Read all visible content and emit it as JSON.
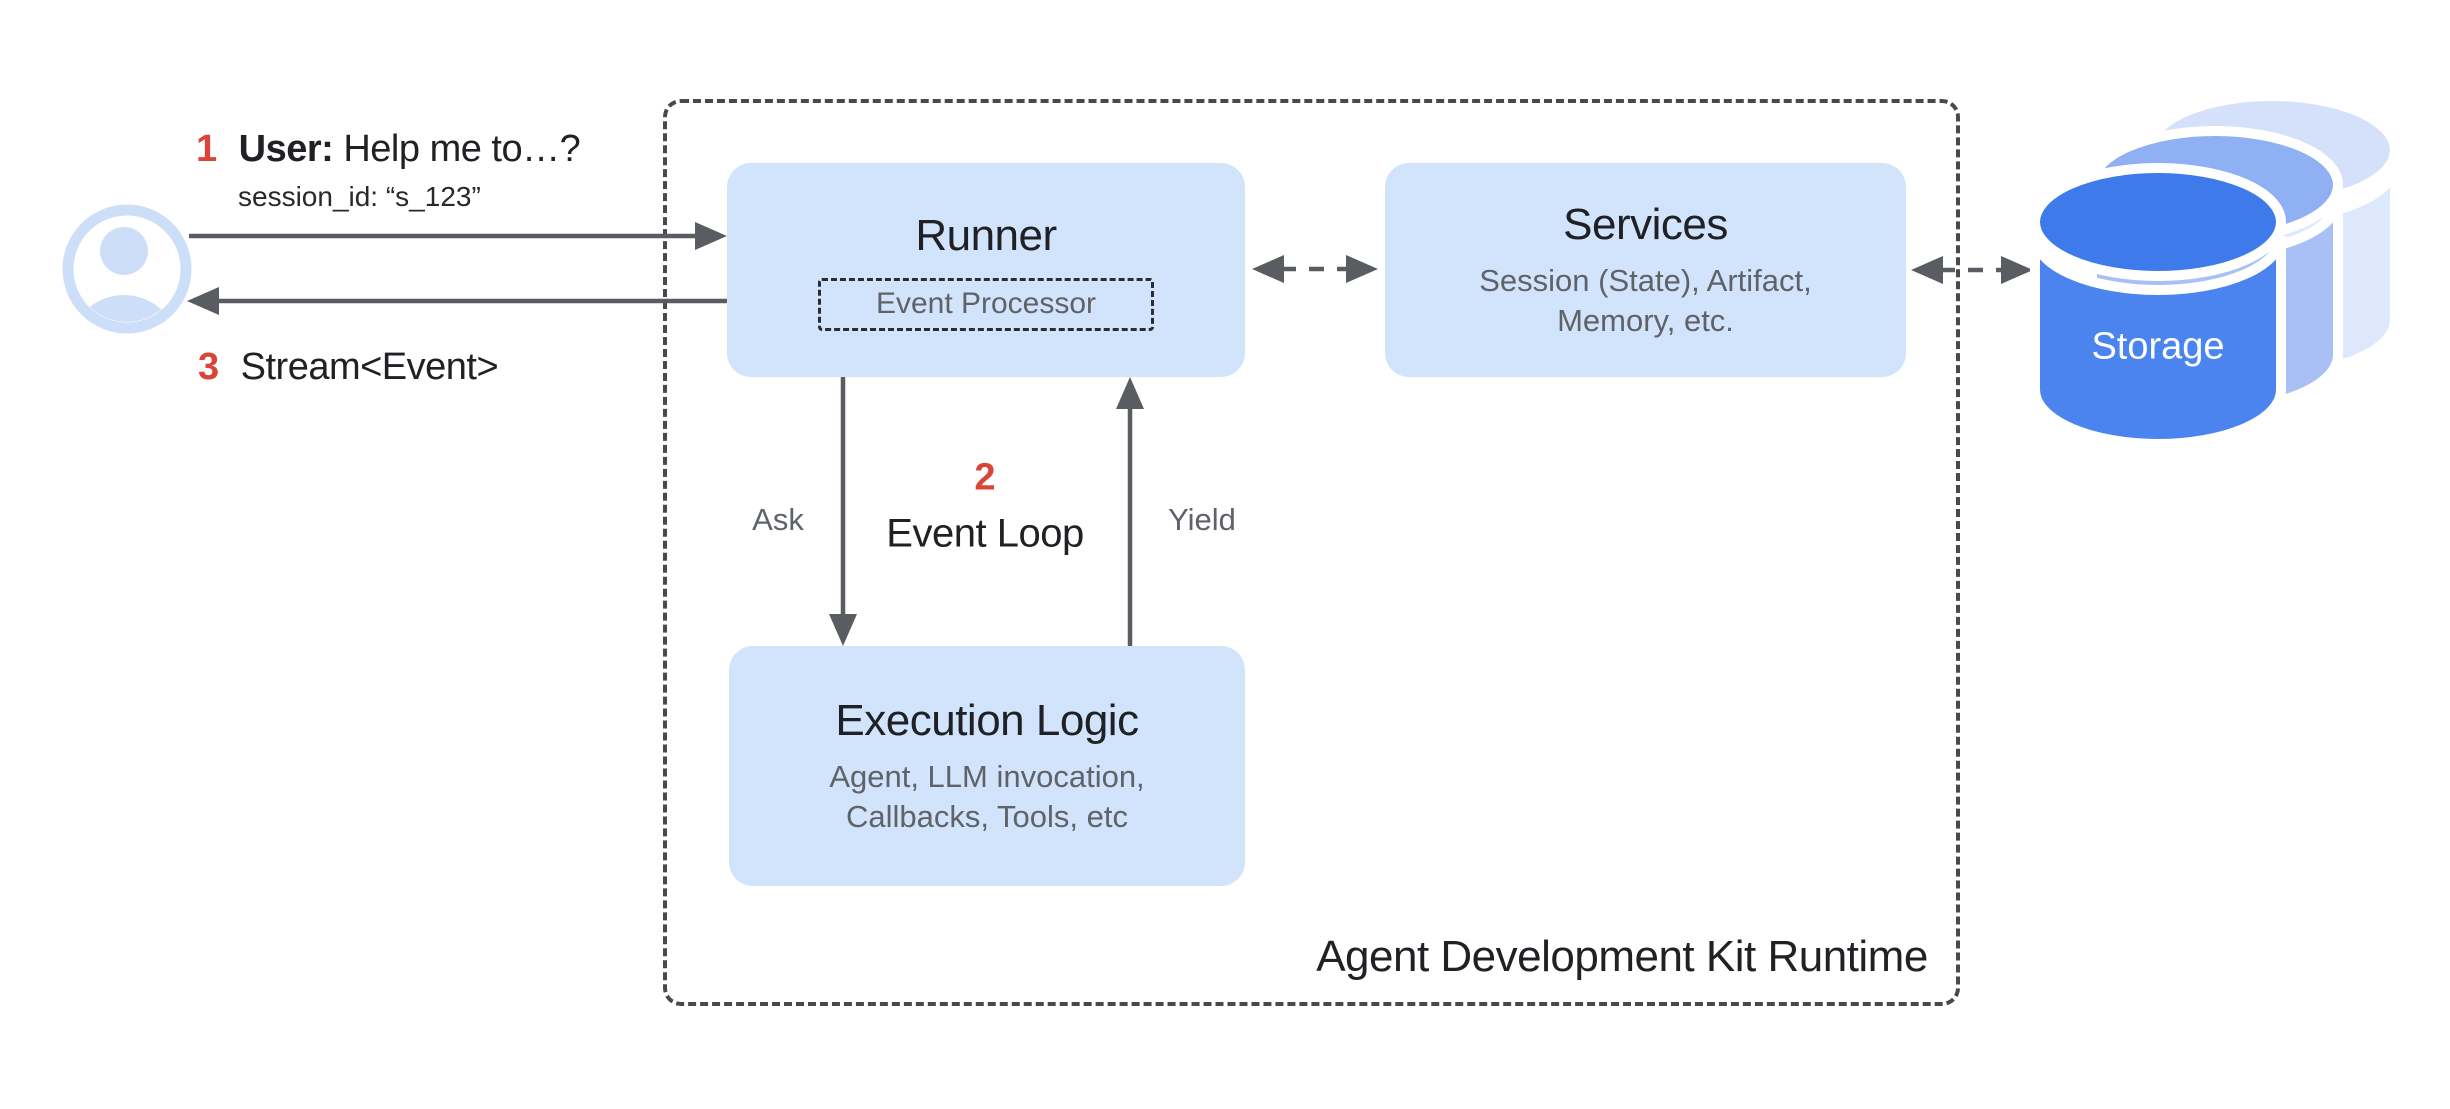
{
  "steps": {
    "step1_number": "1",
    "step1_actor": "User:",
    "step1_message": "Help me to…?",
    "step1_session": "session_id: “s_123”",
    "step2_number": "2",
    "step2_label": "Event Loop",
    "step3_number": "3",
    "step3_message": "Stream<Event>"
  },
  "boxes": {
    "runner": {
      "title": "Runner",
      "inner_component": "Event Processor"
    },
    "services": {
      "title": "Services",
      "subtitle_line1": "Session (State), Artifact,",
      "subtitle_line2": "Memory, etc."
    },
    "execution": {
      "title": "Execution Logic",
      "subtitle_line1": "Agent, LLM invocation,",
      "subtitle_line2": "Callbacks, Tools, etc"
    },
    "storage": {
      "title": "Storage"
    }
  },
  "arrows": {
    "ask_label": "Ask",
    "yield_label": "Yield"
  },
  "runtime": {
    "caption": "Agent Development Kit Runtime"
  },
  "colors": {
    "box_fill": "#d2e3fc",
    "title_text": "#202124",
    "subtitle_text": "#5f6368",
    "step_number_red": "#db4437",
    "arrow_gray": "#595c60",
    "runtime_border_dash": "#47494e",
    "event_processor_dash": "#2b2d30",
    "avatar_blue": "#cddef9",
    "storage_front_blue": "#4b84ee",
    "storage_middle_blue": "#a8c0f6",
    "storage_back_blue": "#dde8fd"
  }
}
